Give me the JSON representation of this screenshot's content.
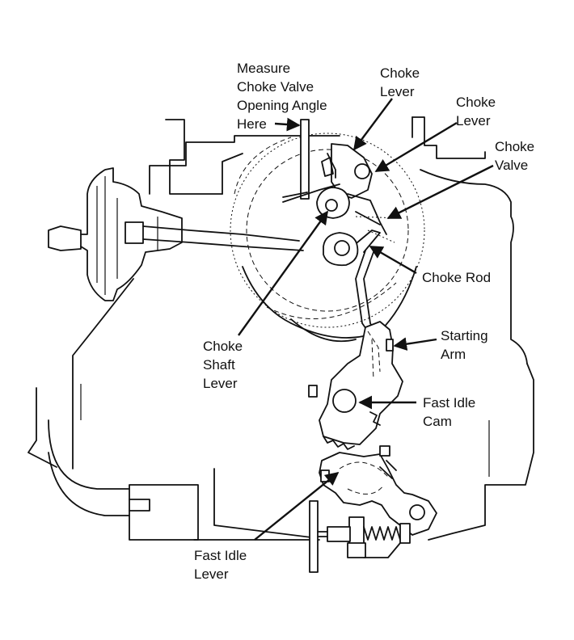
{
  "labels": {
    "measure_angle": [
      "Measure",
      "Choke Valve",
      "Opening Angle",
      "Here"
    ],
    "choke_lever_1": [
      "Choke",
      "Lever"
    ],
    "choke_lever_2": [
      "Choke",
      "Lever"
    ],
    "choke_valve": [
      "Choke",
      "Valve"
    ],
    "choke_rod": [
      "Choke Rod"
    ],
    "starting_arm": [
      "Starting",
      "Arm"
    ],
    "fast_idle_cam": [
      "Fast Idle",
      "Cam"
    ],
    "choke_shaft_lever": [
      "Choke",
      "Shaft",
      "Lever"
    ],
    "fast_idle_lever": [
      "Fast Idle",
      "Lever"
    ]
  }
}
